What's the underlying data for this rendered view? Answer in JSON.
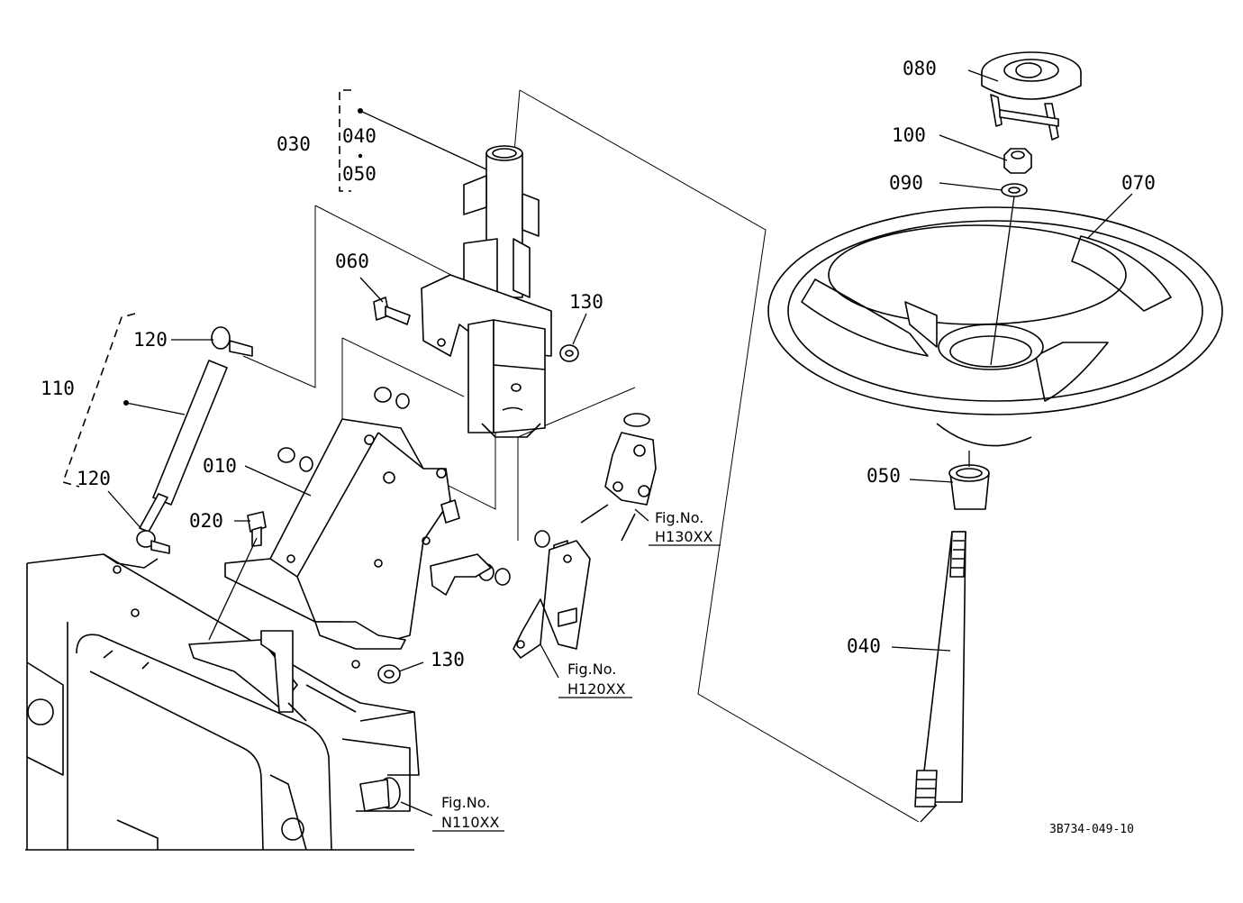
{
  "callouts": {
    "c080": "080",
    "c100": "100",
    "c090": "090",
    "c070": "070",
    "c030": "030",
    "c040a": "040",
    "c050a": "050",
    "c060": "060",
    "c130a": "130",
    "c120a": "120",
    "c110": "110",
    "c120b": "120",
    "c010": "010",
    "c020": "020",
    "c130b": "130",
    "c050b": "050",
    "c040b": "040"
  },
  "refs": [
    {
      "label": "Fig.No.",
      "fig": "H130XX"
    },
    {
      "label": "Fig.No.",
      "fig": "H120XX"
    },
    {
      "label": "Fig.No.",
      "fig": "N110XX"
    }
  ],
  "drawing_code": "3B734-049-10"
}
